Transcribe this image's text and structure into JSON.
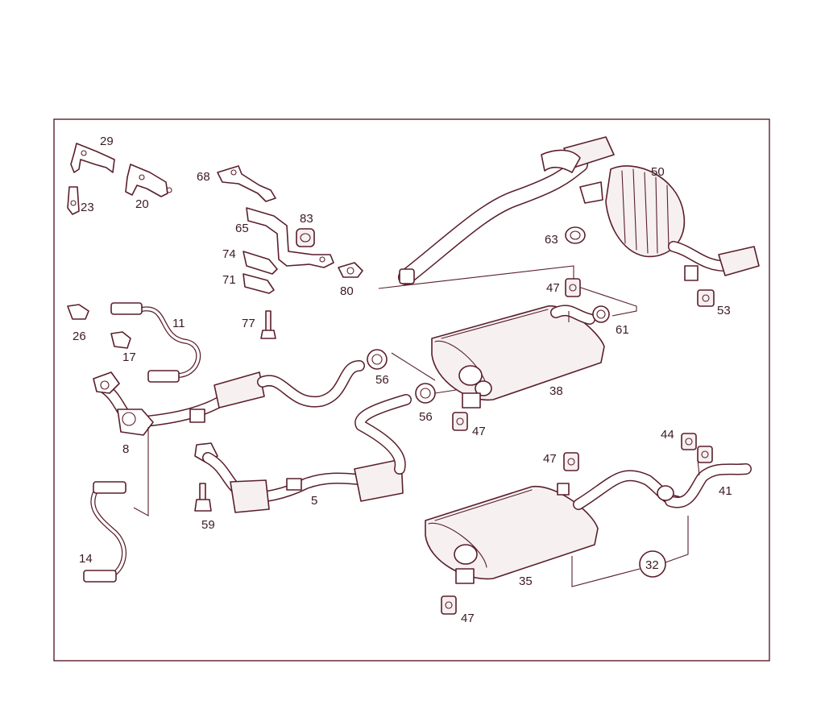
{
  "callouts": {
    "c29": "29",
    "c23": "23",
    "c20": "20",
    "c68": "68",
    "c65": "65",
    "c83": "83",
    "c74": "74",
    "c71": "71",
    "c80": "80",
    "c77": "77",
    "c26": "26",
    "c17": "17",
    "c11": "11",
    "c8": "8",
    "c14": "14",
    "c59": "59",
    "c5": "5",
    "c56a": "56",
    "c56b": "56",
    "c50": "50",
    "c63": "63",
    "c53": "53",
    "c47a": "47",
    "c61": "61",
    "c38": "38",
    "c47b": "47",
    "c44": "44",
    "c41": "41",
    "c47c": "47",
    "c32": "32",
    "c35": "35",
    "c47d": "47"
  }
}
